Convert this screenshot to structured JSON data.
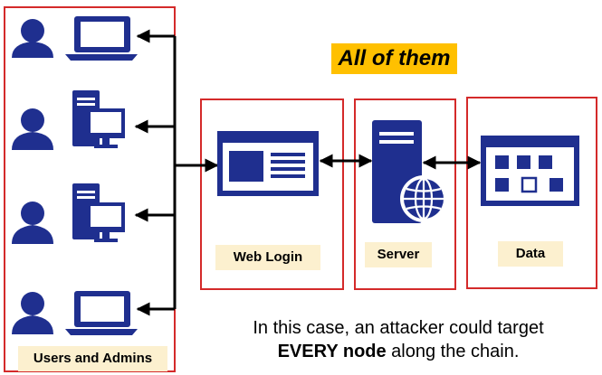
{
  "headline": "All of them",
  "groups": {
    "users": "Users and Admins",
    "web_login": "Web Login",
    "server": "Server",
    "data": "Data"
  },
  "caption": {
    "line1": "In this case, an attacker could target",
    "line2_bold": "EVERY node",
    "line2_rest": " along the chain."
  },
  "colors": {
    "icon": "#1f2f8f",
    "border": "#d42a2a",
    "label_bg": "#fcf0cf",
    "highlight": "#ffc000"
  },
  "icons": [
    "person-icon",
    "laptop-icon",
    "desktop-computer-icon",
    "web-page-icon",
    "server-icon",
    "globe-icon",
    "database-grid-icon"
  ]
}
